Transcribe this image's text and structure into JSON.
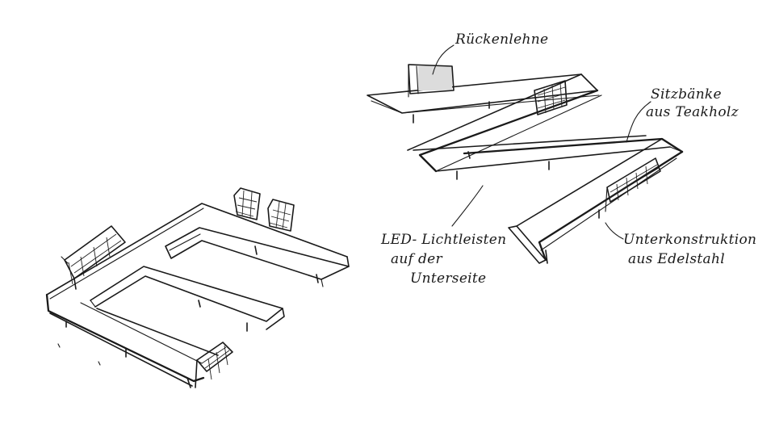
{
  "annotations": {
    "backrest": "Rückenlehne",
    "seats_line1": "Sitzbänke",
    "seats_line2": "aus Teakholz",
    "led_line1": "LED- Lichtleisten",
    "led_line2": "auf der",
    "led_line3": "Unterseite",
    "structure_line1": "Unterkonstruktion",
    "structure_line2": "aus Edelstahl"
  },
  "colors": {
    "ink": "#1a1a1a",
    "paper": "#ffffff"
  }
}
